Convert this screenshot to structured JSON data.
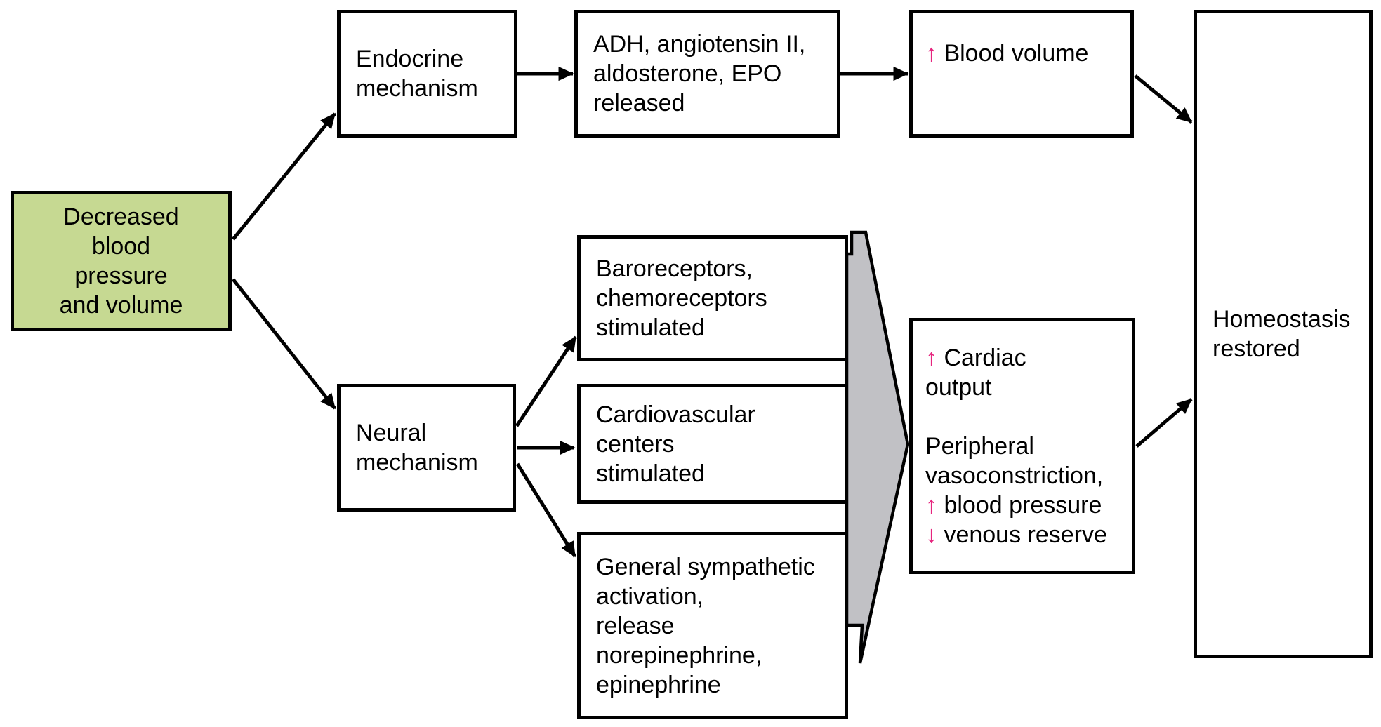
{
  "title": "Decreased blood pressure and volume homeostasis flowchart",
  "colors": {
    "accent_pink": "#e6257e",
    "start_box_green": "#c6d992",
    "funnel_arrow_gray": "#c1c1c5",
    "line_black": "#000000"
  },
  "boxes": {
    "decreased_bp": {
      "text": "Decreased\nblood\npressure\nand volume"
    },
    "endocrine": {
      "text": "Endocrine\nmechanism"
    },
    "adh": {
      "text": "ADH, angiotensin II,\naldosterone, EPO\nreleased"
    },
    "blood_volume": {
      "arrow": "↑",
      "text": " Blood volume"
    },
    "homeostasis": {
      "text": "Homeostasis\nrestored"
    },
    "neural": {
      "text": "Neural\nmechanism"
    },
    "baroreceptors": {
      "text": "Baroreceptors,\nchemoreceptors\nstimulated"
    },
    "cardio_centers": {
      "text": "Cardiovascular\ncenters\nstimulated"
    },
    "sympathetic": {
      "text": "General sympathetic\nactivation,\nrelease\nnorepinephrine,\nepinephrine"
    },
    "cardiac": {
      "lines": [
        {
          "arrow": "↑",
          "text": " Cardiac"
        },
        {
          "arrow": "",
          "text": "output"
        },
        {
          "arrow": "",
          "text": ""
        },
        {
          "arrow": "",
          "text": "Peripheral"
        },
        {
          "arrow": "",
          "text": "vasoconstriction,"
        },
        {
          "arrow": "↑",
          "text": " blood pressure"
        },
        {
          "arrow": "↓",
          "text": " venous reserve"
        }
      ]
    }
  }
}
